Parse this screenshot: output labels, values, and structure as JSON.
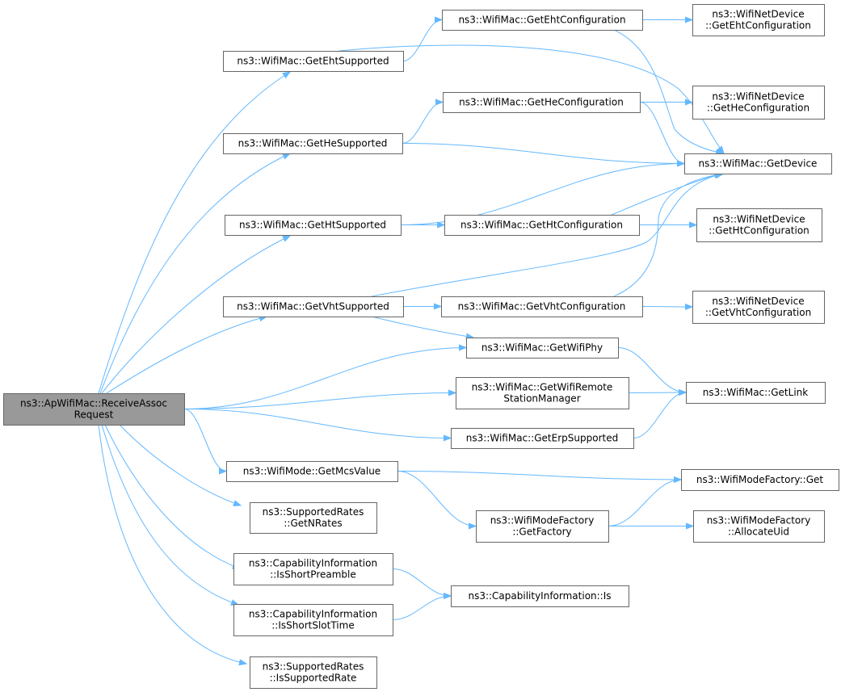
{
  "nodes": [
    {
      "id": "receive_assoc",
      "lines": [
        "ns3::ApWifiMac::ReceiveAssoc",
        "Request"
      ],
      "root": true
    },
    {
      "id": "get_eht_supported",
      "lines": [
        "ns3::WifiMac::GetEhtSupported"
      ]
    },
    {
      "id": "get_he_supported",
      "lines": [
        "ns3::WifiMac::GetHeSupported"
      ]
    },
    {
      "id": "get_ht_supported",
      "lines": [
        "ns3::WifiMac::GetHtSupported"
      ]
    },
    {
      "id": "get_vht_supported",
      "lines": [
        "ns3::WifiMac::GetVhtSupported"
      ]
    },
    {
      "id": "get_eht_configuration",
      "lines": [
        "ns3::WifiMac::GetEhtConfiguration"
      ]
    },
    {
      "id": "get_he_configuration",
      "lines": [
        "ns3::WifiMac::GetHeConfiguration"
      ]
    },
    {
      "id": "get_ht_configuration",
      "lines": [
        "ns3::WifiMac::GetHtConfiguration"
      ]
    },
    {
      "id": "get_vht_configuration",
      "lines": [
        "ns3::WifiMac::GetVhtConfiguration"
      ]
    },
    {
      "id": "get_wifi_phy",
      "lines": [
        "ns3::WifiMac::GetWifiPhy"
      ]
    },
    {
      "id": "get_wifi_remote_station_manager",
      "lines": [
        "ns3::WifiMac::GetWifiRemote",
        "StationManager"
      ]
    },
    {
      "id": "get_erp_supported",
      "lines": [
        "ns3::WifiMac::GetErpSupported"
      ]
    },
    {
      "id": "get_mcs_value",
      "lines": [
        "ns3::WifiMode::GetMcsValue"
      ]
    },
    {
      "id": "get_n_rates",
      "lines": [
        "ns3::SupportedRates",
        "::GetNRates"
      ]
    },
    {
      "id": "is_short_preamble",
      "lines": [
        "ns3::CapabilityInformation",
        "::IsShortPreamble"
      ]
    },
    {
      "id": "is_short_slot_time",
      "lines": [
        "ns3::CapabilityInformation",
        "::IsShortSlotTime"
      ]
    },
    {
      "id": "is_supported_rate",
      "lines": [
        "ns3::SupportedRates",
        "::IsSupportedRate"
      ]
    },
    {
      "id": "netdevice_get_eht_configuration",
      "lines": [
        "ns3::WifiNetDevice",
        "::GetEhtConfiguration"
      ]
    },
    {
      "id": "netdevice_get_he_configuration",
      "lines": [
        "ns3::WifiNetDevice",
        "::GetHeConfiguration"
      ]
    },
    {
      "id": "get_device",
      "lines": [
        "ns3::WifiMac::GetDevice"
      ]
    },
    {
      "id": "netdevice_get_ht_configuration",
      "lines": [
        "ns3::WifiNetDevice",
        "::GetHtConfiguration"
      ]
    },
    {
      "id": "netdevice_get_vht_configuration",
      "lines": [
        "ns3::WifiNetDevice",
        "::GetVhtConfiguration"
      ]
    },
    {
      "id": "get_link",
      "lines": [
        "ns3::WifiMac::GetLink"
      ]
    },
    {
      "id": "get_factory",
      "lines": [
        "ns3::WifiModeFactory",
        "::GetFactory"
      ]
    },
    {
      "id": "factory_get",
      "lines": [
        "ns3::WifiModeFactory::Get"
      ]
    },
    {
      "id": "allocate_uid",
      "lines": [
        "ns3::WifiModeFactory",
        "::AllocateUid"
      ]
    },
    {
      "id": "capability_is",
      "lines": [
        "ns3::CapabilityInformation::Is"
      ]
    }
  ],
  "edges": [
    [
      "receive_assoc",
      "get_eht_supported"
    ],
    [
      "receive_assoc",
      "get_he_supported"
    ],
    [
      "receive_assoc",
      "get_ht_supported"
    ],
    [
      "receive_assoc",
      "get_vht_supported"
    ],
    [
      "receive_assoc",
      "get_wifi_phy"
    ],
    [
      "receive_assoc",
      "get_wifi_remote_station_manager"
    ],
    [
      "receive_assoc",
      "get_erp_supported"
    ],
    [
      "receive_assoc",
      "get_mcs_value"
    ],
    [
      "receive_assoc",
      "get_n_rates"
    ],
    [
      "receive_assoc",
      "is_short_preamble"
    ],
    [
      "receive_assoc",
      "is_short_slot_time"
    ],
    [
      "receive_assoc",
      "is_supported_rate"
    ],
    [
      "get_eht_supported",
      "get_eht_configuration"
    ],
    [
      "get_eht_supported",
      "get_device"
    ],
    [
      "get_eht_configuration",
      "netdevice_get_eht_configuration"
    ],
    [
      "get_eht_configuration",
      "get_device"
    ],
    [
      "get_he_supported",
      "get_he_configuration"
    ],
    [
      "get_he_supported",
      "get_device"
    ],
    [
      "get_he_configuration",
      "netdevice_get_he_configuration"
    ],
    [
      "get_he_configuration",
      "get_device"
    ],
    [
      "get_ht_supported",
      "get_device"
    ],
    [
      "get_ht_supported",
      "get_ht_configuration"
    ],
    [
      "get_ht_configuration",
      "get_device"
    ],
    [
      "get_ht_configuration",
      "netdevice_get_ht_configuration"
    ],
    [
      "get_vht_supported",
      "get_device"
    ],
    [
      "get_vht_supported",
      "get_vht_configuration"
    ],
    [
      "get_vht_supported",
      "get_wifi_phy"
    ],
    [
      "get_vht_configuration",
      "get_device"
    ],
    [
      "get_vht_configuration",
      "netdevice_get_vht_configuration"
    ],
    [
      "get_wifi_phy",
      "get_link"
    ],
    [
      "get_wifi_remote_station_manager",
      "get_link"
    ],
    [
      "get_erp_supported",
      "get_link"
    ],
    [
      "get_mcs_value",
      "factory_get"
    ],
    [
      "get_mcs_value",
      "get_factory"
    ],
    [
      "get_factory",
      "factory_get"
    ],
    [
      "get_factory",
      "allocate_uid"
    ],
    [
      "is_short_preamble",
      "capability_is"
    ],
    [
      "is_short_slot_time",
      "capability_is"
    ]
  ]
}
